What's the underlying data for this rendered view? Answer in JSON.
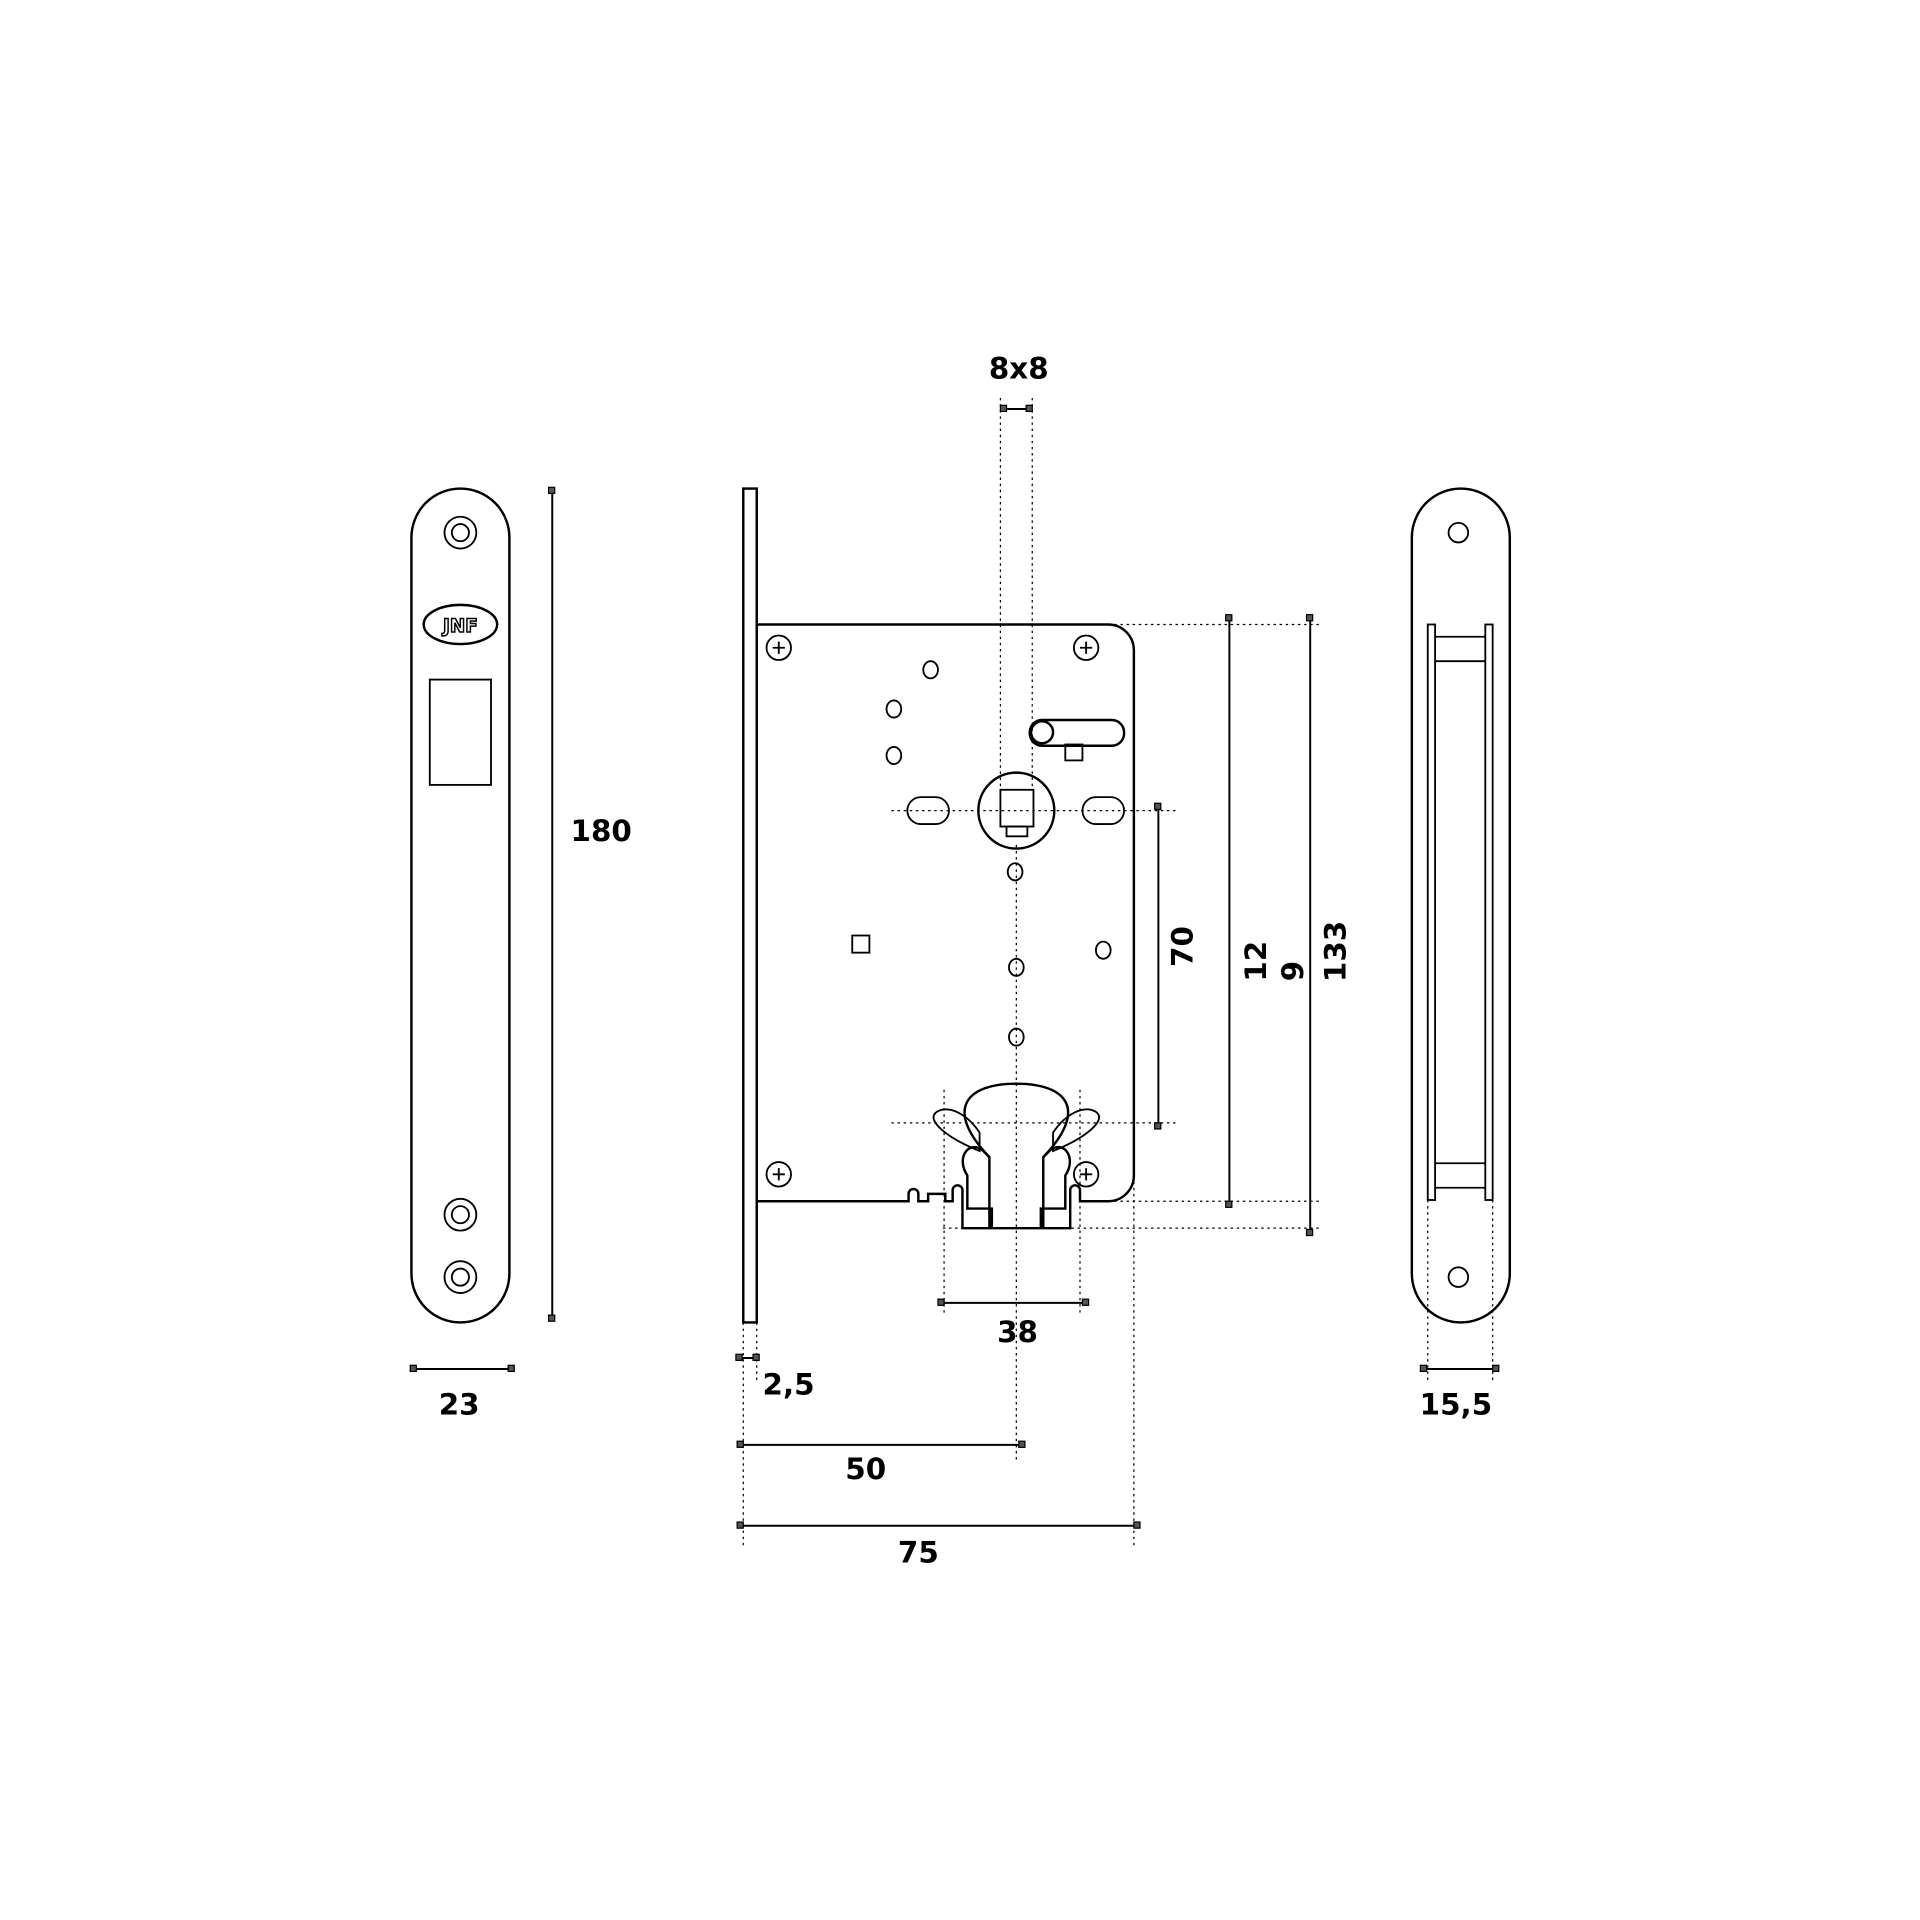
{
  "drawing": {
    "logo_text": "JNF",
    "dimensions": {
      "faceplate_height": "180",
      "faceplate_width": "23",
      "spindle_square": "8x8",
      "center_distance": "70",
      "body_height_a": "12",
      "body_height_b": "9",
      "body_height_total": "133",
      "cylinder_width": "38",
      "faceplate_thickness": "2,5",
      "backset": "50",
      "body_depth": "75",
      "strike_width": "15,5"
    }
  }
}
